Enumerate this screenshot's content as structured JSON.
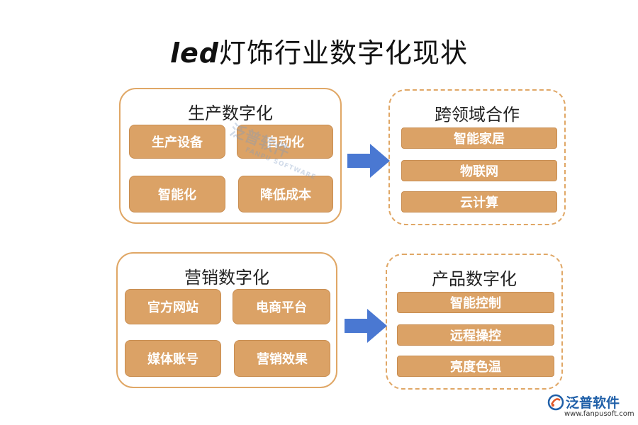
{
  "title": {
    "latin": "led",
    "rest": "灯饰行业数字化现状"
  },
  "groups": {
    "production": {
      "title": "生产数字化",
      "items": [
        "生产设备",
        "自动化",
        "智能化",
        "降低成本"
      ]
    },
    "cross_domain": {
      "title": "跨领域合作",
      "items": [
        "智能家居",
        "物联网",
        "云计算"
      ]
    },
    "marketing": {
      "title": "营销数字化",
      "items": [
        "官方网站",
        "电商平台",
        "媒体账号",
        "营销效果"
      ]
    },
    "product": {
      "title": "产品数字化",
      "items": [
        "智能控制",
        "远程操控",
        "亮度色温"
      ]
    }
  },
  "watermark": {
    "name": "泛普软件",
    "sub": "FANPU SOFTWARE"
  },
  "logo": {
    "name": "泛普软件",
    "url": "www.fanpusoft.com"
  },
  "colors": {
    "tile": "#dba266",
    "border": "#e0a766",
    "arrow": "#4a78d2"
  }
}
